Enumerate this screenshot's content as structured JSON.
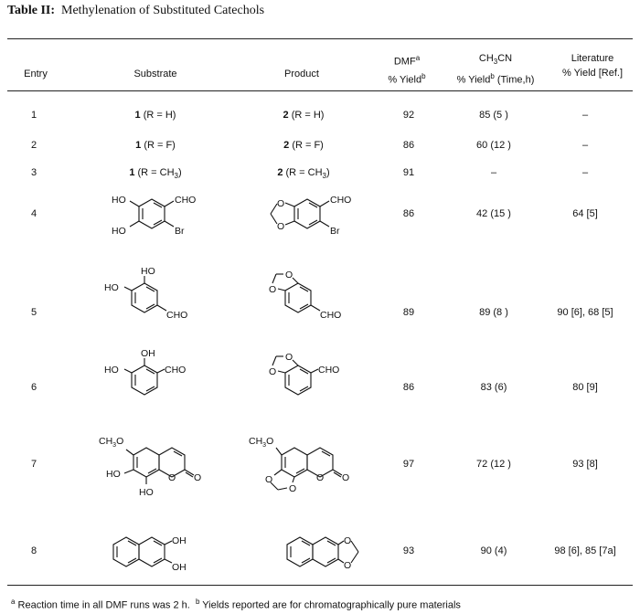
{
  "title": {
    "label": "Table II:",
    "text": "Methylenation of Substituted Catechols"
  },
  "headers": {
    "entry": "Entry",
    "substrate": "Substrate",
    "product": "Product",
    "dmf_top": "DMF",
    "dmf_sup": "a",
    "dmf_bottom": "% Yield",
    "dmf_bottom_sup": "b",
    "ch3cn_top_a": "CH",
    "ch3cn_top_sub": "3",
    "ch3cn_top_b": "CN",
    "ch3cn_bottom_a": "% Yield",
    "ch3cn_bottom_sup": "b",
    "ch3cn_bottom_b": " (Time,h)",
    "lit_top": "Literature",
    "lit_bottom": "% Yield [Ref.]"
  },
  "rows": [
    {
      "entry": "1",
      "sub_num": "1",
      "sub_r": " (R = H)",
      "prod_num": "2",
      "prod_r": " (R = H)",
      "dmf": "92",
      "ch3cn": "85 (5 )",
      "lit": "–"
    },
    {
      "entry": "2",
      "sub_num": "1",
      "sub_r": " (R = F)",
      "prod_num": "2",
      "prod_r": " (R = F)",
      "dmf": "86",
      "ch3cn": "60 (12 )",
      "lit": "–"
    },
    {
      "entry": "3",
      "sub_num": "1",
      "sub_r": " (R = CH",
      "sub_r_sub": "3",
      "sub_r_end": ")",
      "prod_num": "2",
      "prod_r": " (R = CH",
      "prod_r_sub": "3",
      "prod_r_end": ")",
      "dmf": "91",
      "ch3cn": "–",
      "lit": "–"
    },
    {
      "entry": "4",
      "dmf": "86",
      "ch3cn": "42 (15 )",
      "lit": "64 [5]"
    },
    {
      "entry": "5",
      "dmf": "89",
      "ch3cn": "89 (8 )",
      "lit": "90 [6], 68 [5]"
    },
    {
      "entry": "6",
      "dmf": "86",
      "ch3cn": "83 (6)",
      "lit": "80 [9]"
    },
    {
      "entry": "7",
      "dmf": "97",
      "ch3cn": "72 (12 )",
      "lit": "93 [8]"
    },
    {
      "entry": "8",
      "dmf": "93",
      "ch3cn": "90 (4)",
      "lit": "98 [6], 85 [7a]"
    }
  ],
  "structures": {
    "ho": "HO",
    "oh": "OH",
    "cho": "CHO",
    "br": "Br",
    "o": "O",
    "ch3o": "CH",
    "ch3o_sub": "3",
    "ch3o_end": "O"
  },
  "footnotes": {
    "a_mark": "a",
    "a_text": " Reaction time in all DMF runs was 2 h.",
    "b_mark": "b",
    "b_text": " Yields reported are for chromatographically pure materials"
  }
}
